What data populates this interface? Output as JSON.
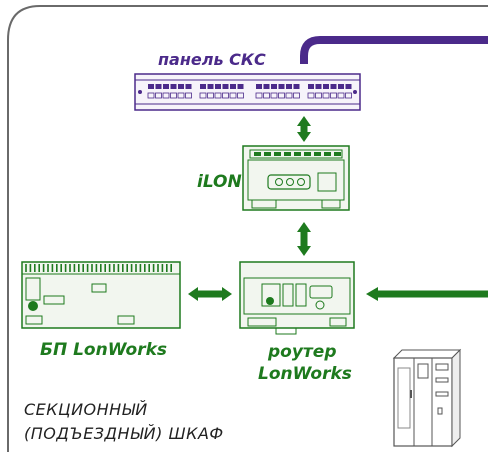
{
  "labels": {
    "patch_panel": "панель СКС",
    "ilon": "iLON",
    "psu": "БП LonWorks",
    "router_line1": "роутер",
    "router_line2": "LonWorks",
    "cabinet_line1": "СЕКЦИОННЫЙ",
    "cabinet_line2": "(ПОДЪЕЗДНЫЙ) ШКАФ"
  },
  "colors": {
    "purple": "#4b2a8a",
    "green": "#1e7a1e",
    "device_fill": "#f2f6ef",
    "frame": "#6a6a6a"
  }
}
